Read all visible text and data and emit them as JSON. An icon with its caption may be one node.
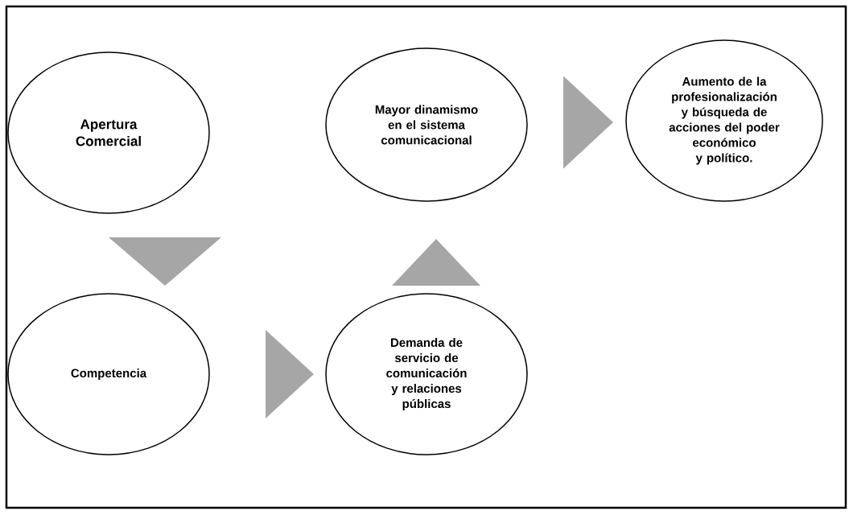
{
  "diagram": {
    "nodes": [
      {
        "text": [
          "Apertura Comercial"
        ]
      },
      {
        "text": [
          "Competencia"
        ]
      },
      {
        "text": [
          "Demanda de servicio de comunicación y relaciones públicas"
        ]
      },
      {
        "text": [
          "Mayor dinamismo en el sistema comunicacional"
        ]
      },
      {
        "text": [
          "Aumento de la profesionalización y búsqueda de acciones del poder económico y político."
        ]
      }
    ],
    "edges": [
      {
        "from": 0,
        "to": 1,
        "arrow": "to"
      },
      {
        "from": 1,
        "to": 2,
        "arrow": "to"
      },
      {
        "from": 2,
        "to": 3,
        "arrow": "to"
      },
      {
        "from": 3,
        "to": 4,
        "arrow": "to"
      }
    ]
  }
}
